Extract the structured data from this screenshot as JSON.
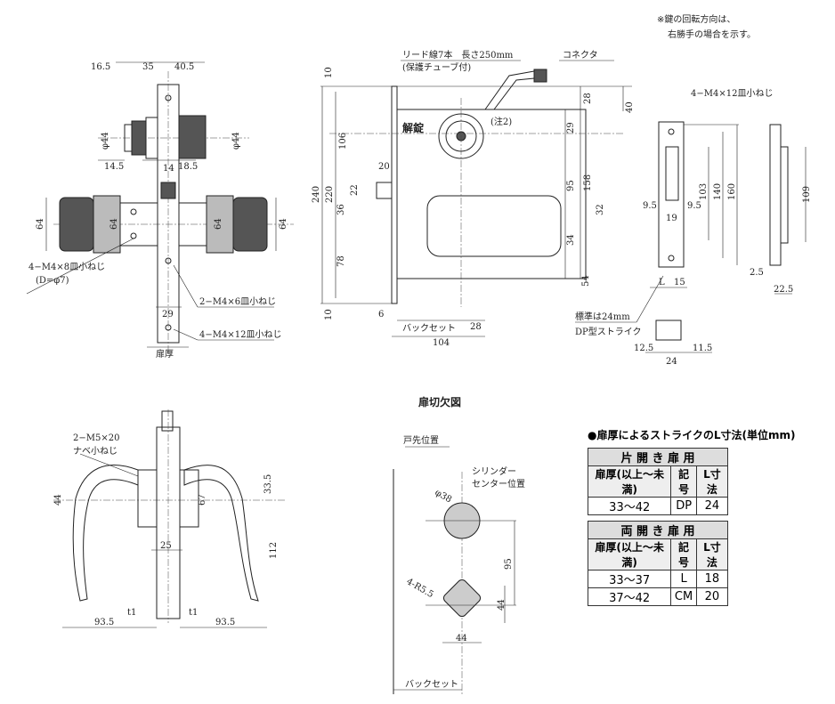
{
  "note": {
    "line1": "※鍵の回転方向は、",
    "line2": "右勝手の場合を示す。"
  },
  "front_view": {
    "d16_5": "16.5",
    "d35": "35",
    "d40_5": "40.5",
    "phi44_l": "φ44",
    "phi44_r": "φ44",
    "d14_5": "14.5",
    "d14": "14",
    "d18_5": "18.5",
    "d64_a": "64",
    "d64_b": "64",
    "d64_c": "64",
    "d64_d": "64",
    "screw1_l1": "4−M4×8皿小ねじ",
    "screw1_l2": "(D=φ7)",
    "screw2": "2−M4×6皿小ねじ",
    "d29": "29",
    "screw3": "4−M4×12皿小ねじ",
    "door_thickness": "扉厚"
  },
  "side_view": {
    "lead1": "リード線7本　長さ250mm",
    "lead2": "(保護チューブ付)",
    "connector": "コネクタ",
    "d10_top": "10",
    "d240": "240",
    "d106": "106",
    "d220": "220",
    "d20": "20",
    "d22": "22",
    "d36": "36",
    "d78": "78",
    "d10_bot": "10",
    "d6": "6",
    "backset": "バックセット",
    "d28_b": "28",
    "d104": "104",
    "unlock": "解錠",
    "note2": "(注2)",
    "d28": "28",
    "d40": "40",
    "d29": "29",
    "d95": "95",
    "d158": "158",
    "d32": "32",
    "d34": "34",
    "d54": "54",
    "std1": "標準は24mm",
    "std2": "DP型ストライク"
  },
  "strike": {
    "screw": "4−M4×12皿小ねじ",
    "d103": "103",
    "d140": "140",
    "d160": "160",
    "d9_5_l": "9.5",
    "d19": "19",
    "d9_5_r": "9.5",
    "L": "L",
    "d15": "15",
    "d12_5": "12.5",
    "d24": "24",
    "d11_5": "11.5",
    "d109": "109",
    "d2_5": "2.5",
    "d22_5": "22.5"
  },
  "cutout": {
    "title": "扉切欠図",
    "door_edge": "戸先位置",
    "cyl1": "シリンダー",
    "cyl2": "センター位置",
    "phi38": "φ38",
    "d95": "95",
    "r55": "4-R5.5",
    "d44_v": "44",
    "d44_h": "44",
    "backset": "バックセット"
  },
  "lever_view": {
    "screw1": "2−M5×20",
    "screw2": "ナベ小ねじ",
    "d44": "44",
    "d67": "67",
    "d33_5": "33.5",
    "d112": "112",
    "d25": "25",
    "t1_l": "t1",
    "t1_r": "t1",
    "d93_5_l": "93.5",
    "d93_5_r": "93.5"
  },
  "strike_table": {
    "title": "●扉厚によるストライクのL寸法(単位mm)",
    "single": {
      "header": "片 開 き 扉 用",
      "cols": [
        "扉厚(以上〜未満)",
        "記号",
        "L寸法"
      ],
      "rows": [
        [
          "33〜42",
          "DP",
          "24"
        ]
      ]
    },
    "double": {
      "header": "両 開 き 扉 用",
      "cols": [
        "扉厚(以上〜未満)",
        "記号",
        "L寸法"
      ],
      "rows": [
        [
          "33〜37",
          "L",
          "18"
        ],
        [
          "37〜42",
          "CM",
          "20"
        ]
      ]
    }
  }
}
